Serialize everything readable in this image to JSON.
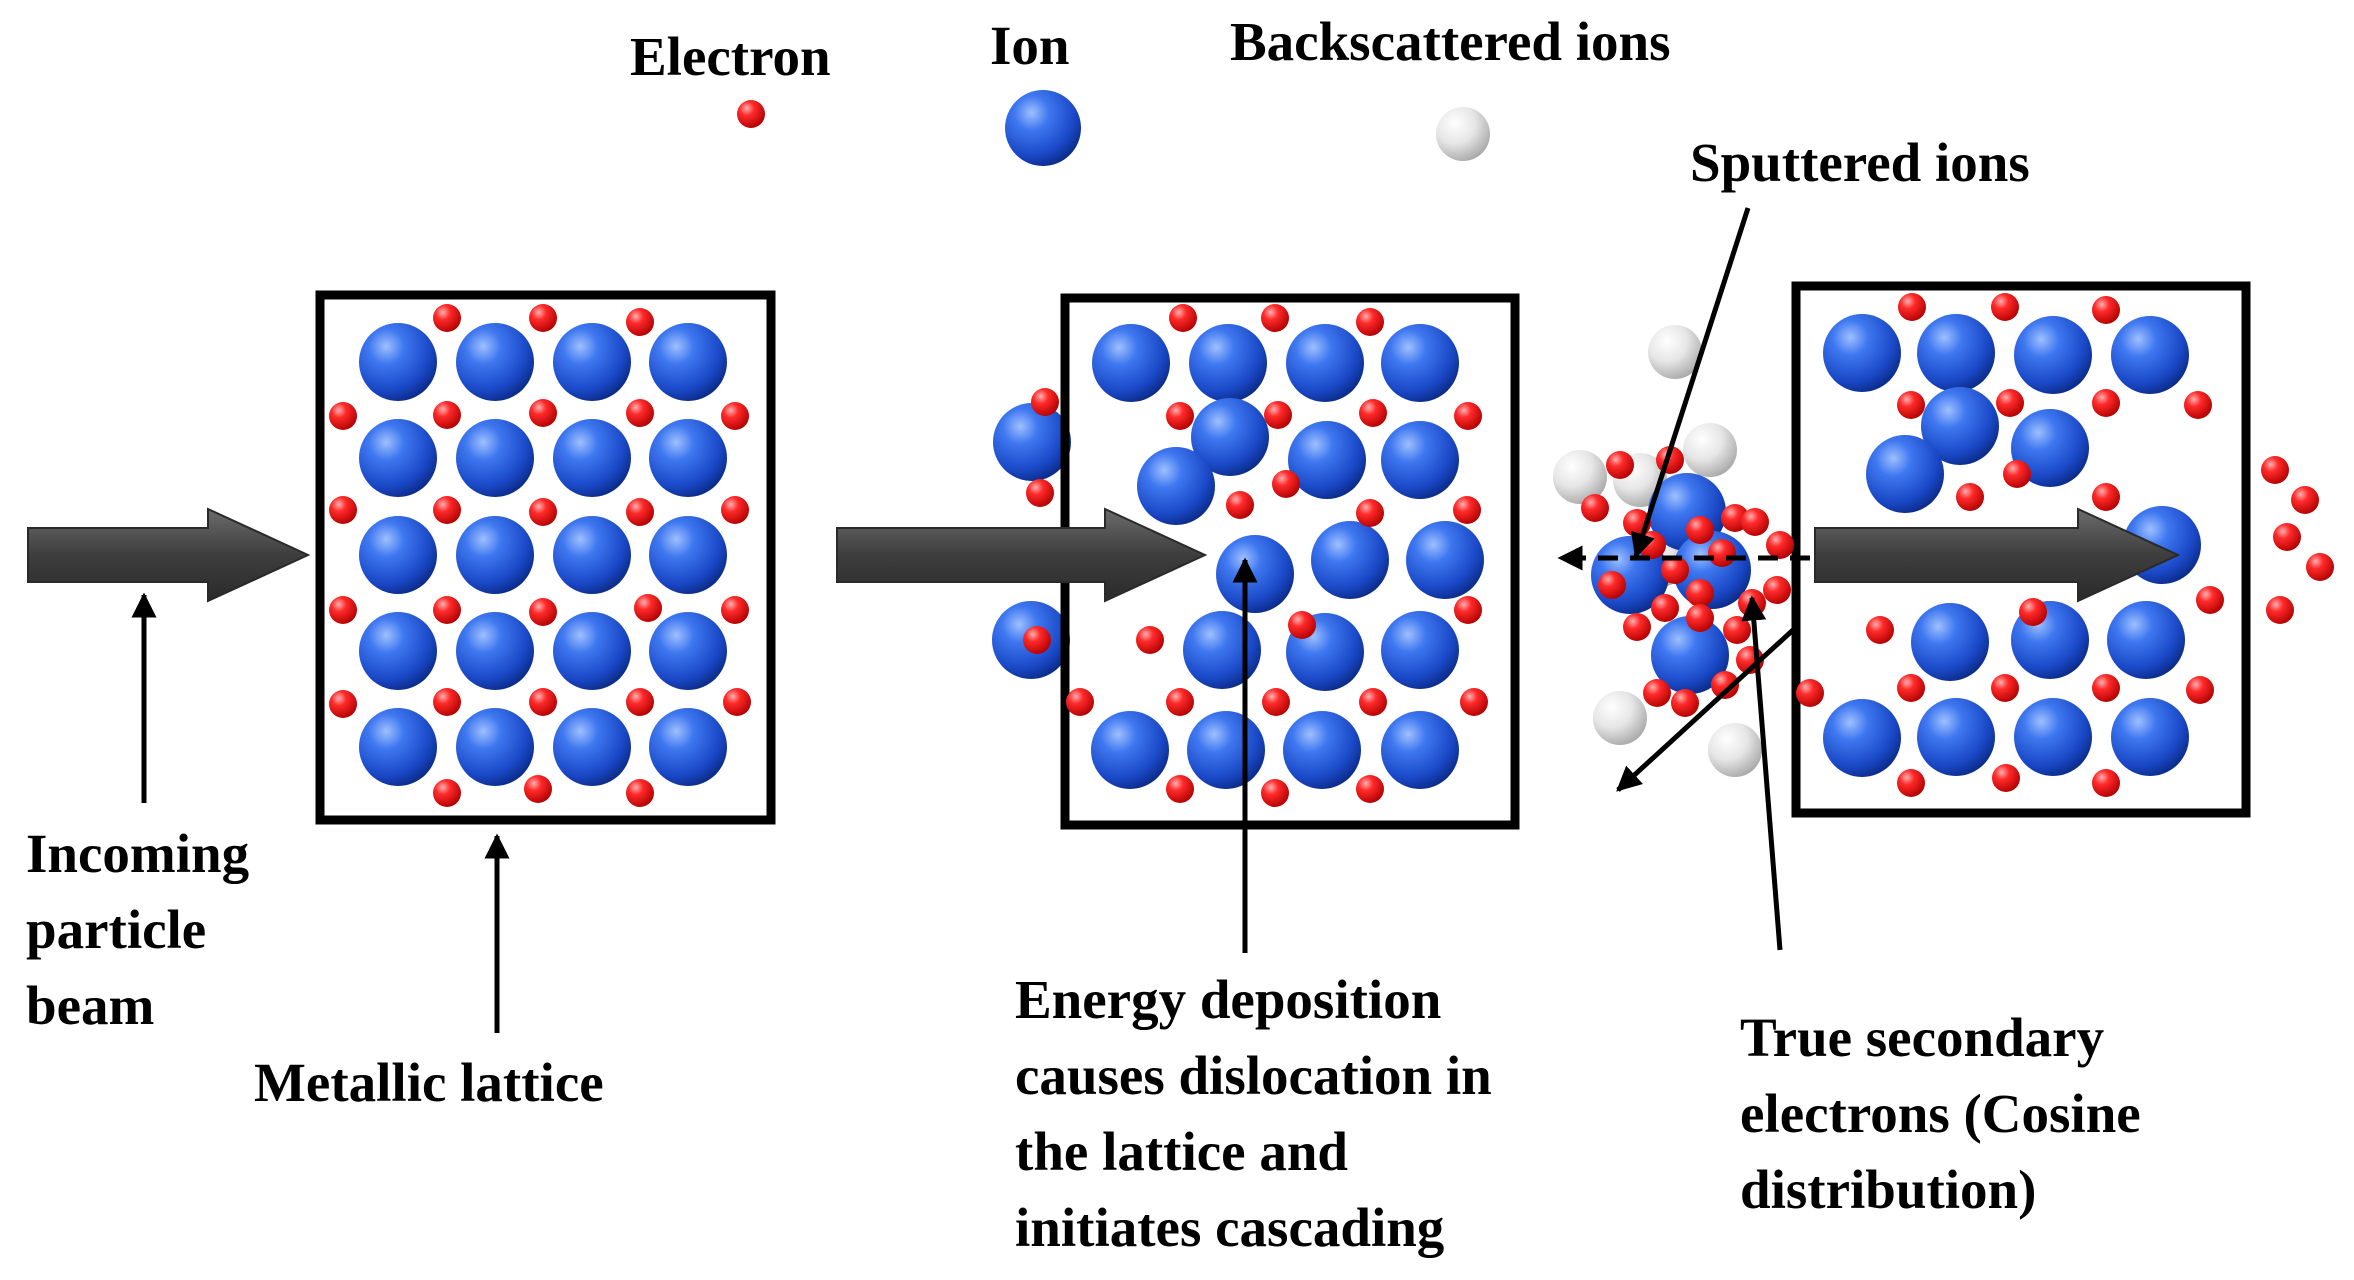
{
  "legend": {
    "electron": "Electron",
    "ion": "Ion",
    "backscattered": "Backscattered ions"
  },
  "labels": {
    "sputtered": "Sputtered ions",
    "incoming": [
      "Incoming",
      "particle",
      "beam"
    ],
    "lattice": "Metallic lattice",
    "energy": [
      "Energy deposition",
      "causes dislocation in",
      "the lattice and",
      "initiates cascading"
    ],
    "secondary": [
      "True secondary",
      "electrons (Cosine",
      "distribution)"
    ]
  },
  "colors": {
    "electron": "#ee1111",
    "ion": "#1f55d6",
    "backscattered_ion": "#dcdcdc",
    "beam_arrow": "#4a4a4a",
    "frame": "#000000"
  }
}
